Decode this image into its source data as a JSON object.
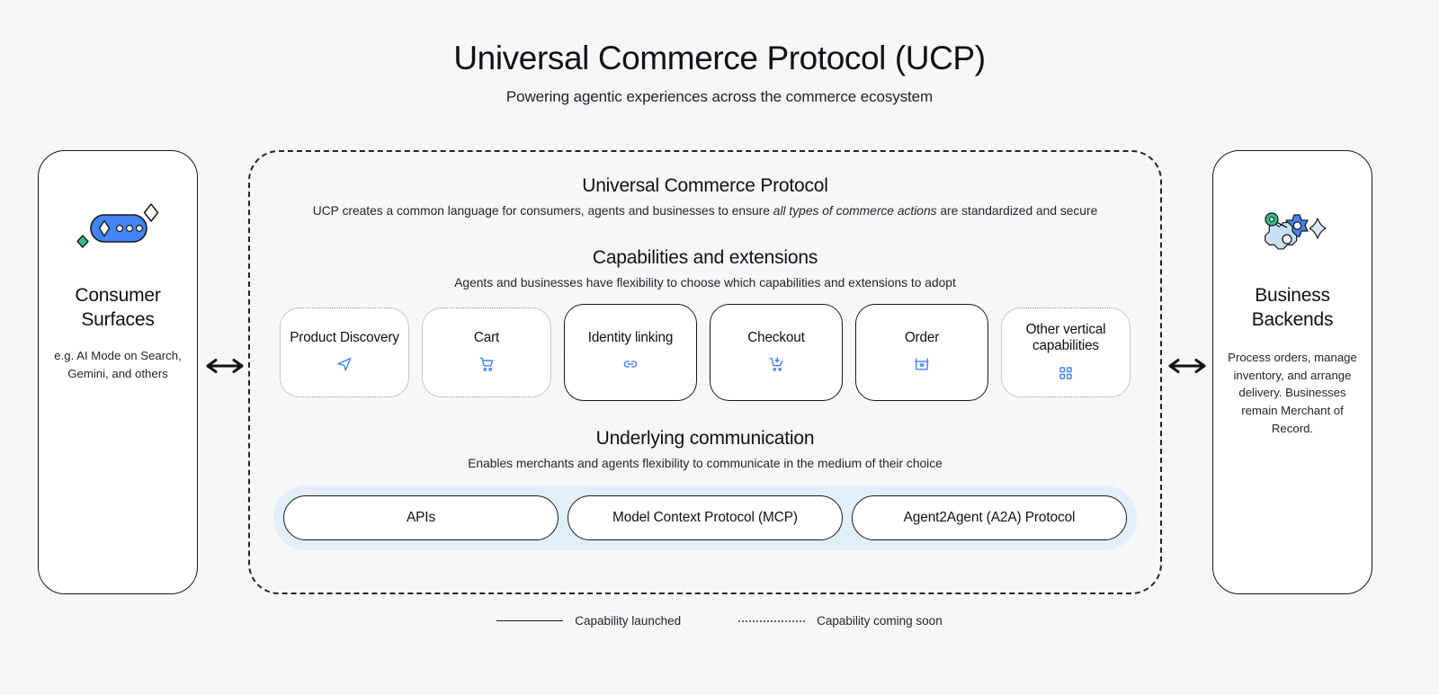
{
  "header": {
    "title": "Universal Commerce Protocol (UCP)",
    "subtitle": "Powering agentic experiences across the commerce ecosystem"
  },
  "left_panel": {
    "icon": "ai-sparkle-pill-icon",
    "title": "Consumer Surfaces",
    "description": "e.g. AI Mode on Search, Gemini, and others"
  },
  "right_panel": {
    "icon": "gears-settings-icon",
    "title": "Business Backends",
    "description": "Process orders, manage inventory, and arrange delivery. Businesses remain Merchant of Record."
  },
  "arrows": {
    "left": "bidirectional-arrow-icon",
    "right": "bidirectional-arrow-icon"
  },
  "ucp": {
    "title": "Universal Commerce Protocol",
    "subtitle_part1": "UCP creates a common language for consumers, agents and businesses to ensure ",
    "subtitle_em": "all types of commerce actions",
    "subtitle_part2": " are standardized and secure"
  },
  "capabilities": {
    "title": "Capabilities and extensions",
    "subtitle": "Agents and businesses have flexibility to choose which capabilities and extensions to adopt",
    "items": [
      {
        "label": "Product Discovery",
        "icon": "send-navigate-icon",
        "status": "coming-soon"
      },
      {
        "label": "Cart",
        "icon": "shopping-cart-icon",
        "status": "coming-soon"
      },
      {
        "label": "Identity linking",
        "icon": "link-icon",
        "status": "launched"
      },
      {
        "label": "Checkout",
        "icon": "cart-checkout-icon",
        "status": "launched"
      },
      {
        "label": "Order",
        "icon": "package-box-icon",
        "status": "launched"
      },
      {
        "label": "Other vertical capabilities",
        "icon": "grid-squares-icon",
        "status": "coming-soon"
      }
    ]
  },
  "communication": {
    "title": "Underlying communication",
    "subtitle": "Enables merchants and agents flexibility to communicate in the medium of their choice",
    "items": [
      {
        "label": "APIs"
      },
      {
        "label": "Model Context Protocol (MCP)"
      },
      {
        "label": "Agent2Agent (A2A) Protocol"
      }
    ]
  },
  "legend": [
    {
      "label": "Capability launched",
      "style": "solid"
    },
    {
      "label": "Capability coming soon",
      "style": "dotted"
    }
  ],
  "colors": {
    "accent_blue": "#4285f4",
    "light_blue_band": "#e2effb",
    "green": "#34a853",
    "pale_blue": "#c9dff6",
    "page_background": "#f6f7f9",
    "ink": "#18191c"
  }
}
